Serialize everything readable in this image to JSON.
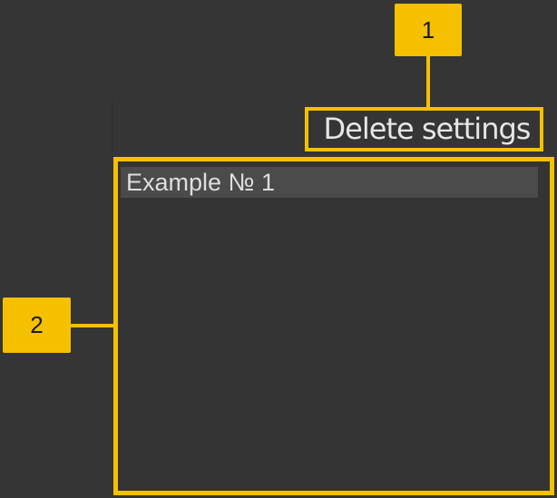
{
  "toolbar": {
    "delete_label": "Delete settings"
  },
  "settings_list": {
    "items": [
      {
        "label": "Example № 1"
      }
    ]
  },
  "annotations": {
    "callout_1": "1",
    "callout_2": "2"
  },
  "colors": {
    "background": "#353535",
    "highlight": "#f5c000",
    "selected_row": "#4b4b4b",
    "text": "#e6e6e6"
  }
}
